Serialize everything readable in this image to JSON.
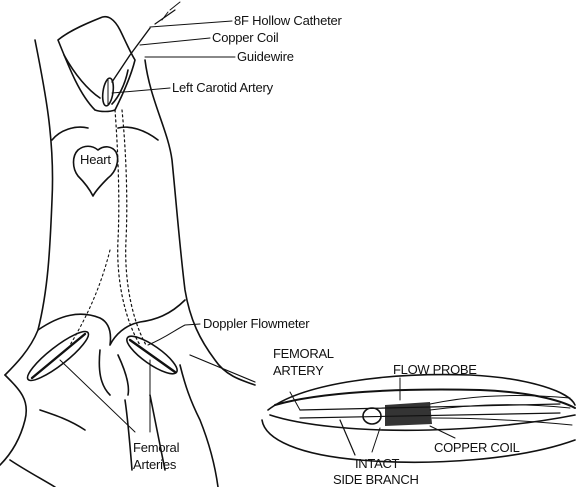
{
  "labels": {
    "catheter": "8F Hollow Catheter",
    "copper_coil": "Copper Coil",
    "guidewire": "Guidewire",
    "carotid": "Left Carotid Artery",
    "heart": "Heart",
    "doppler": "Doppler Flowmeter",
    "femoral_arteries_line1": "Femoral",
    "femoral_arteries_line2": "Arteries"
  },
  "inset_labels": {
    "femoral_artery_line1": "FEMORAL",
    "femoral_artery_line2": "ARTERY",
    "flow_probe": "FLOW PROBE",
    "copper_coil": "COPPER COIL",
    "side_branch_line1": "INTACT",
    "side_branch_line2": "SIDE BRANCH"
  },
  "colors": {
    "ink": "#111111",
    "background": "#ffffff"
  }
}
